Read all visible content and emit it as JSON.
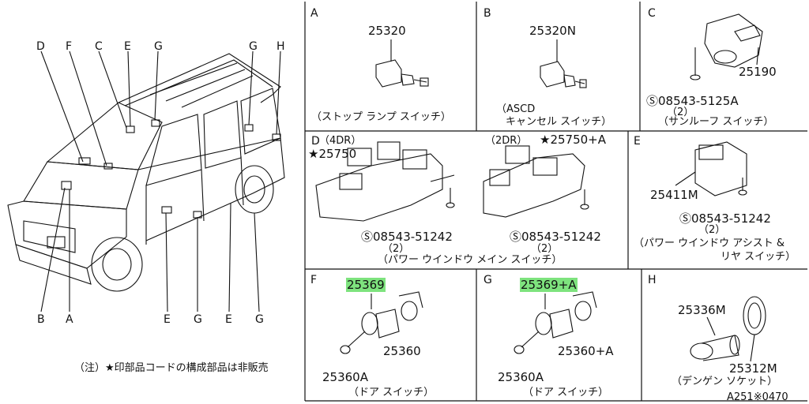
{
  "vehicle_callouts": {
    "top": [
      "D",
      "F",
      "C",
      "E",
      "G",
      "G",
      "H"
    ],
    "bottom": [
      "B",
      "A",
      "E",
      "G",
      "E",
      "G"
    ]
  },
  "note": "（注）★印部品コードの構成部品は非販売",
  "panels": {
    "A": {
      "letter": "A",
      "part": "25320",
      "caption": "（ストップ ランプ スイッチ）"
    },
    "B": {
      "letter": "B",
      "part": "25320N",
      "caption_l1": "（ASCD",
      "caption_l2": "キャンセル スイッチ）"
    },
    "C": {
      "letter": "C",
      "part": "25190",
      "bolt": "08543-5125A",
      "qty": "（2）",
      "caption": "（サンルーフ スイッチ）"
    },
    "D": {
      "letter": "D",
      "variant": "（4DR）",
      "part": "★25750",
      "screw": "08543-51242",
      "qty": "（2）"
    },
    "D2": {
      "variant": "（2DR）",
      "part": "★25750+A",
      "screw": "08543-51242",
      "qty": "（2）",
      "caption": "（パワー ウインドウ メイン スイッチ）"
    },
    "E": {
      "letter": "E",
      "part": "25411M",
      "screw": "08543-51242",
      "qty": "（2）",
      "caption_l1": "（パワー ウインドウ アシスト &",
      "caption_l2": "リヤ スイッチ）"
    },
    "F": {
      "letter": "F",
      "part": "25369",
      "part2": "25360",
      "part3": "25360A",
      "caption": "（ドア スイッチ）"
    },
    "G": {
      "letter": "G",
      "part": "25369+A",
      "part2": "25360+A",
      "part3": "25360A",
      "caption": "（ドア スイッチ）"
    },
    "H": {
      "letter": "H",
      "part": "25336M",
      "part2": "25312M",
      "caption": "（デンゲン ソケット）"
    }
  },
  "diagram_code": "A251※0470",
  "colors": {
    "highlight": "#7ee37e",
    "line": "#111111"
  }
}
